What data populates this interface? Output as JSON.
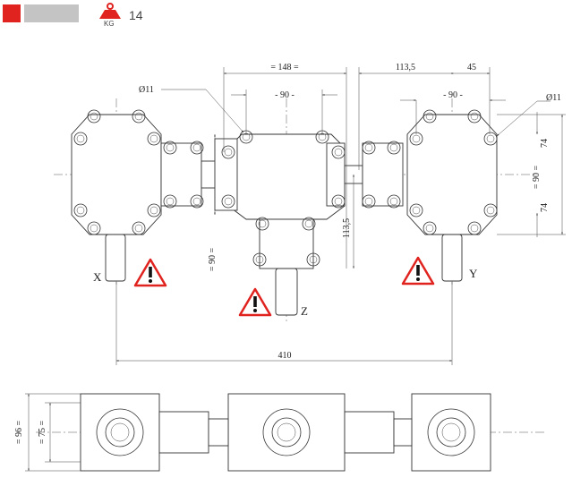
{
  "header": {
    "color_swatch_primary": "#e0231f",
    "color_swatch_secondary": "#c4c4c4",
    "weight_unit": "KG",
    "weight_value": "14"
  },
  "drawing": {
    "top_view": {
      "width_center_box": "= 148 =",
      "bolt_spacing_center": "- 90 -",
      "offset_right": "113,5",
      "offset_right_flange": "45",
      "bolt_spacing_right": "- 90 -",
      "hole_left": "Ø11",
      "hole_right": "Ø11",
      "height_upper": "74",
      "height_lower": "74",
      "height_bolts": "= 90 =",
      "center_drop": "113,5",
      "left_bolt_vertical": "= 90 =",
      "total_length": "410",
      "shaft_x": "X",
      "shaft_y": "Y",
      "shaft_z": "Z"
    },
    "side_view": {
      "overall_height": "= 96 =",
      "inner_height": "= 75 ="
    }
  }
}
